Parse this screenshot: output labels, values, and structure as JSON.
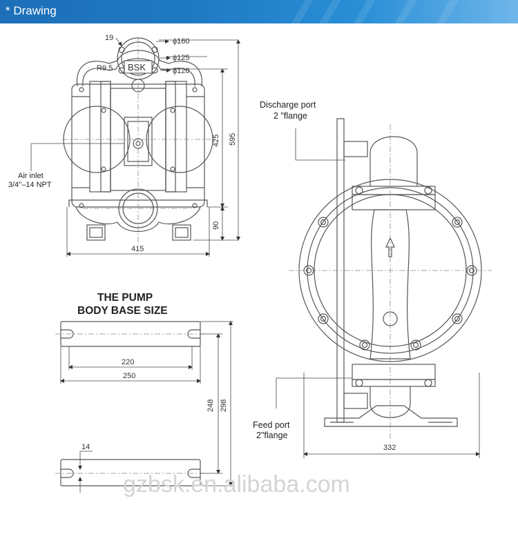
{
  "header": {
    "title": "* Drawing"
  },
  "front_view": {
    "logo": "BSK",
    "dims": {
      "d160": "ϕ160",
      "d125": "ϕ125",
      "d120": "ϕ120",
      "r": "R9.5",
      "top": "19",
      "h425": "425",
      "h595": "595",
      "h90": "90",
      "w415": "415"
    },
    "air_inlet": {
      "line1": "Air inlet",
      "line2": "3/4\"–14 NPT"
    }
  },
  "base": {
    "title_line1": "THE PUMP",
    "title_line2": "BODY BASE SIZE",
    "dims": {
      "w220": "220",
      "w250": "250",
      "h248": "248",
      "h298": "298",
      "slot": "14"
    }
  },
  "side_view": {
    "discharge": {
      "line1": "Discharge port",
      "line2": "2 \"flange"
    },
    "feed": {
      "line1": "Feed port",
      "line2": "2\"flange"
    },
    "dims": {
      "w332": "332"
    }
  },
  "watermark": "gzbsk.en.alibaba.com"
}
